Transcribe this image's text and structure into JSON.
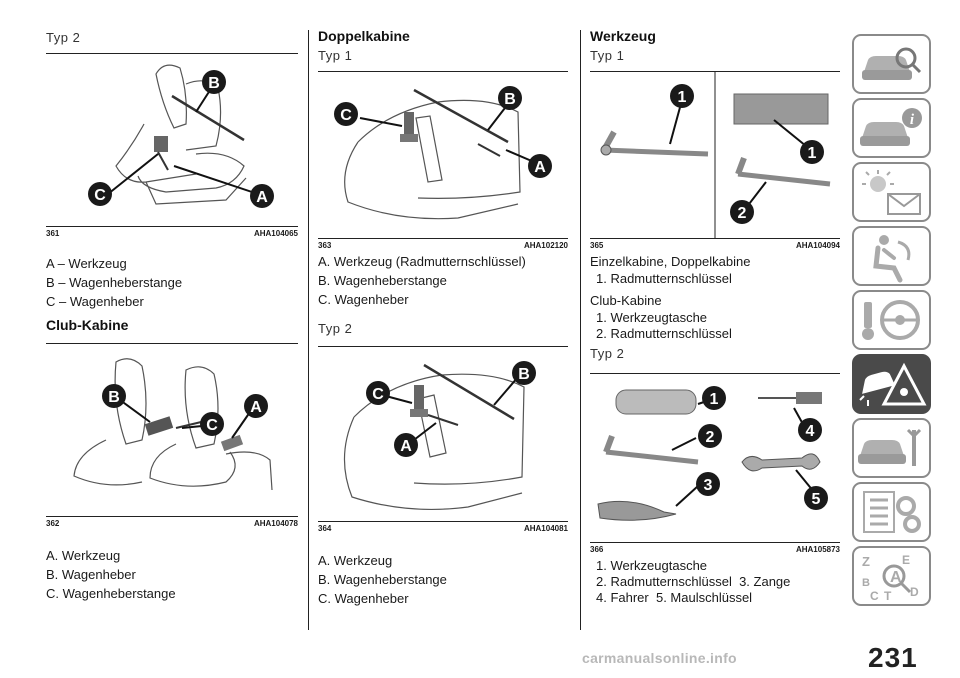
{
  "col1": {
    "sub_title": "Typ 2",
    "fig1": {
      "number": "361",
      "code": "AHA104065",
      "callouts": [
        "A",
        "B",
        "C"
      ]
    },
    "fig1_legend": [
      "A – Werkzeug",
      "B – Wagenheberstange",
      "C – Wagenheber"
    ],
    "section_title": "Club-Kabine",
    "fig2": {
      "number": "362",
      "code": "AHA104078",
      "callouts": [
        "A",
        "B",
        "C"
      ]
    },
    "fig2_legend": [
      "A. Werkzeug",
      "B. Wagenheber",
      "C. Wagenheberstange"
    ]
  },
  "col2": {
    "section_title": "Doppelkabine",
    "sub_title1": "Typ 1",
    "fig1": {
      "number": "363",
      "code": "AHA102120",
      "callouts": [
        "A",
        "B",
        "C"
      ]
    },
    "fig1_legend": [
      "A. Werkzeug (Radmutternschlüssel)",
      "B. Wagenheberstange",
      "C. Wagenheber"
    ],
    "sub_title2": "Typ 2",
    "fig2": {
      "number": "364",
      "code": "AHA104081",
      "callouts": [
        "A",
        "B",
        "C"
      ]
    },
    "fig2_legend": [
      "A. Werkzeug",
      "B. Wagenheberstange",
      "C. Wagenheber"
    ]
  },
  "col3": {
    "section_title": "Werkzeug",
    "sub_title1": "Typ 1",
    "fig1": {
      "number": "365",
      "code": "AHA104094",
      "callouts": [
        "1",
        "1",
        "2"
      ]
    },
    "text1_title": "Einzelkabine, Doppelkabine",
    "text1_items": [
      "1. Radmutternschlüssel"
    ],
    "text2_title": "Club-Kabine",
    "text2_items": [
      "1. Werkzeugtasche",
      "2. Radmutternschlüssel"
    ],
    "sub_title2": "Typ 2",
    "fig2": {
      "number": "366",
      "code": "AHA105873",
      "callouts": [
        "1",
        "2",
        "3",
        "4",
        "5"
      ]
    },
    "fig2_legend": [
      "1. Werkzeugtasche",
      "2. Radmutternschlüssel  3. Zange",
      "4. Fahrer  5. Maulschlüssel"
    ]
  },
  "sidebar": {
    "tabs": [
      "car-search-icon",
      "car-info-icon",
      "warning-lights-icon",
      "airbag-seat-icon",
      "steering-key-icon",
      "breakdown-triangle-icon",
      "car-service-icon",
      "settings-list-icon",
      "alphabetical-index-icon"
    ],
    "active_tab": 5,
    "index_letters": [
      "Z",
      "E",
      "A",
      "B",
      "C",
      "T",
      "D"
    ]
  },
  "page_number": "231",
  "watermark": "carmanualsonline.info",
  "colors": {
    "text": "#1a1a1a",
    "callout": "#1a1a1a",
    "tab_border": "#8a8a8a",
    "tab_active": "#4a4a4a"
  }
}
